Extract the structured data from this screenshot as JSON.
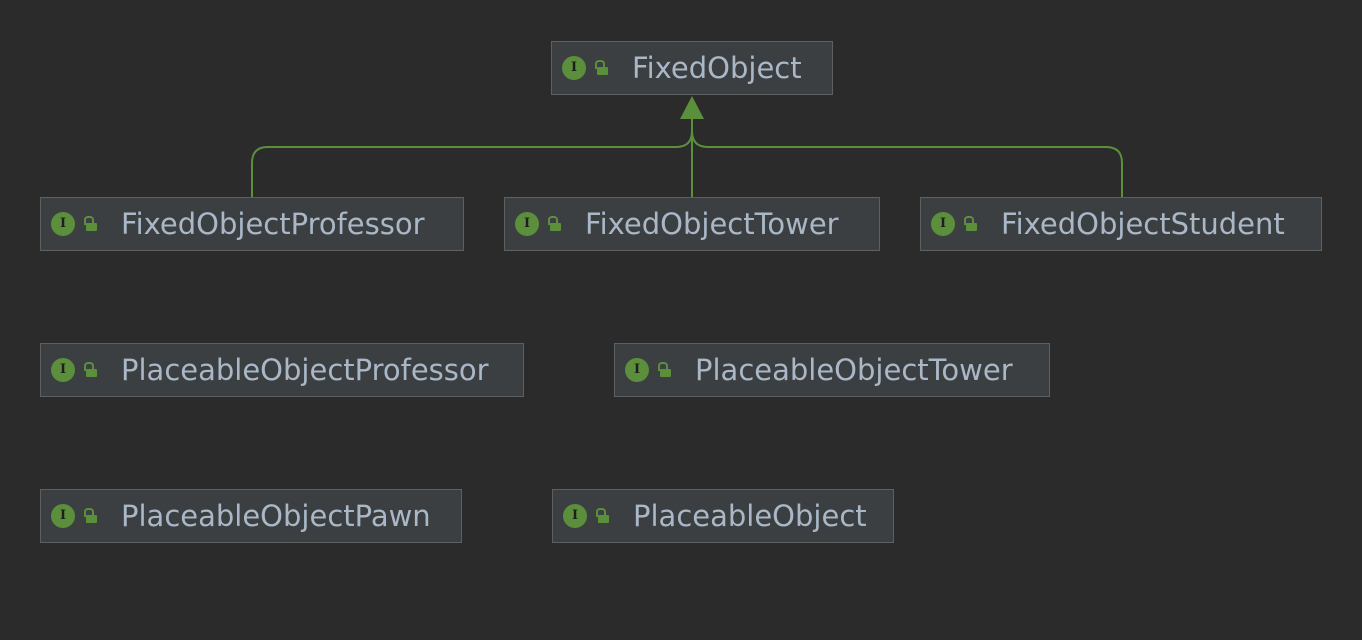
{
  "diagram": {
    "nodes": [
      {
        "id": "fixed-object",
        "badge": "I",
        "label": "FixedObject"
      },
      {
        "id": "fixed-object-professor",
        "badge": "I",
        "label": "FixedObjectProfessor"
      },
      {
        "id": "fixed-object-tower",
        "badge": "I",
        "label": "FixedObjectTower"
      },
      {
        "id": "fixed-object-student",
        "badge": "I",
        "label": "FixedObjectStudent"
      },
      {
        "id": "placeable-object-professor",
        "badge": "I",
        "label": "PlaceableObjectProfessor"
      },
      {
        "id": "placeable-object-tower",
        "badge": "I",
        "label": "PlaceableObjectTower"
      },
      {
        "id": "placeable-object-pawn",
        "badge": "I",
        "label": "PlaceableObjectPawn"
      },
      {
        "id": "placeable-object",
        "badge": "I",
        "label": "PlaceableObject"
      }
    ],
    "edges": [
      {
        "from": "fixed-object-professor",
        "to": "fixed-object",
        "type": "extends"
      },
      {
        "from": "fixed-object-tower",
        "to": "fixed-object",
        "type": "extends"
      },
      {
        "from": "fixed-object-student",
        "to": "fixed-object",
        "type": "extends"
      }
    ],
    "icons": {
      "badge": "interface-icon",
      "visibility": "public-lock-icon"
    },
    "colors": {
      "background": "#2b2b2b",
      "node_fill": "#3c3f41",
      "node_border": "#5e6060",
      "text": "#a9b7c6",
      "accent": "#5b8f3c",
      "edge": "#5b8f3c"
    }
  }
}
